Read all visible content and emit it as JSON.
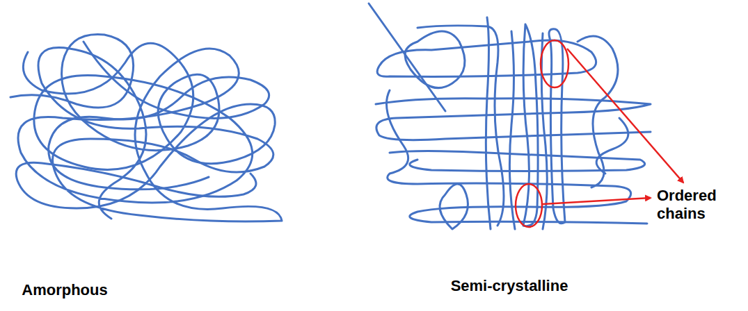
{
  "diagram": {
    "labels": [
      "Amorphous",
      "Semi-crystalline",
      "Ordered chains"
    ]
  }
}
